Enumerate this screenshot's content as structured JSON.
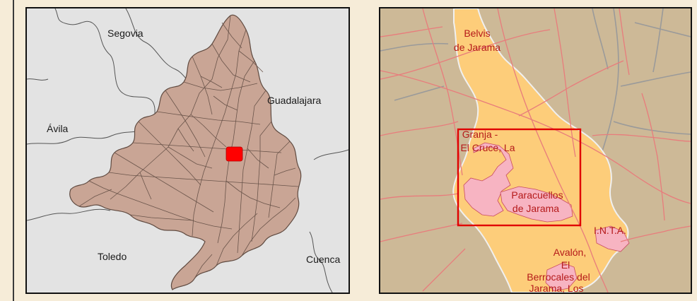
{
  "overview_map": {
    "regions": {
      "segovia": "Segovia",
      "guadalajara": "Guadalajara",
      "avila": "Ávila",
      "toledo": "Toledo",
      "cuenca": "Cuenca"
    },
    "colors": {
      "background": "#e3e3e3",
      "province_fill": "#c9a595",
      "municipality_lines": "#6a544a",
      "highlight": "#ff0000"
    }
  },
  "detail_map": {
    "labels": {
      "belvis_line1": "Belvis",
      "belvis_line2": "de Jarama",
      "granja_line1": "Granja -",
      "granja_line2": "El Cruce, La",
      "paracuellos_line1": "Paracuellos",
      "paracuellos_line2": "de Jarama",
      "inta": "I.N.T.A.",
      "avalon_line1": "Avalón,",
      "avalon_line2": "El",
      "berrocales_line1": "Berrocales del",
      "berrocales_line2": "Jarama, Los"
    },
    "colors": {
      "background": "#cdb997",
      "municipality_fill": "#fdcd7a",
      "urban_fill": "#f7b4c2",
      "roads": "#e87c7c",
      "gray_roads": "#9a9a9a",
      "highlight_frame": "#e00000"
    }
  }
}
